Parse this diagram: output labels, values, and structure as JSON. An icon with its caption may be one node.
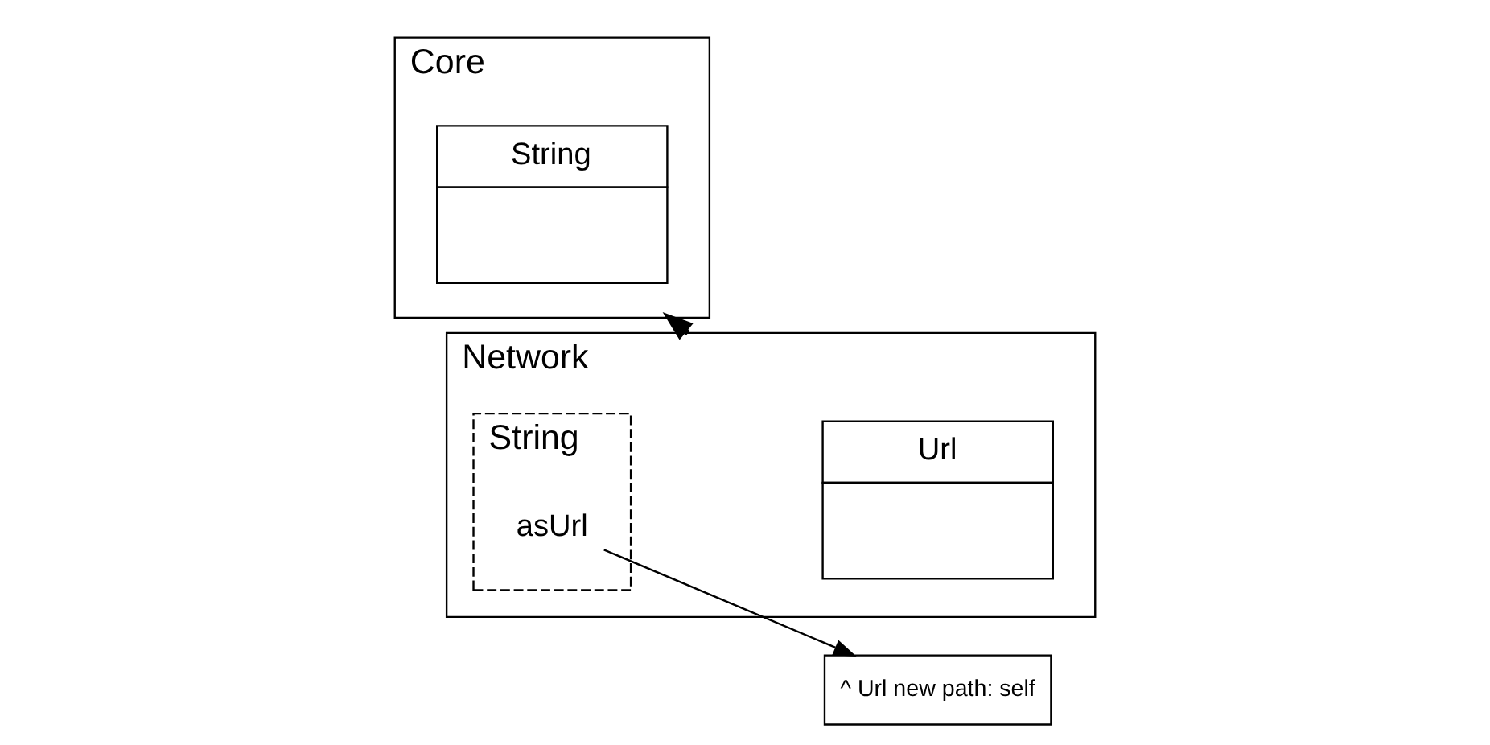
{
  "diagram": {
    "nodes": [
      {
        "text": [
          "Core"
        ]
      },
      {
        "text": [
          "String"
        ],
        "in": 0
      },
      {
        "text": [
          "Network"
        ]
      },
      {
        "text": [
          "Url"
        ],
        "in": 2
      },
      {
        "text": [
          "String"
        ],
        "in": 2
      },
      {
        "text": [
          "asUrl"
        ],
        "in": 4
      },
      {
        "text": [
          "^ Url new path: self"
        ]
      }
    ],
    "edges": [
      {
        "from": 5,
        "to": 6,
        "arrow": "to"
      },
      {
        "from": 2,
        "to": 0,
        "arrow": "to",
        "style": "thick"
      }
    ]
  }
}
